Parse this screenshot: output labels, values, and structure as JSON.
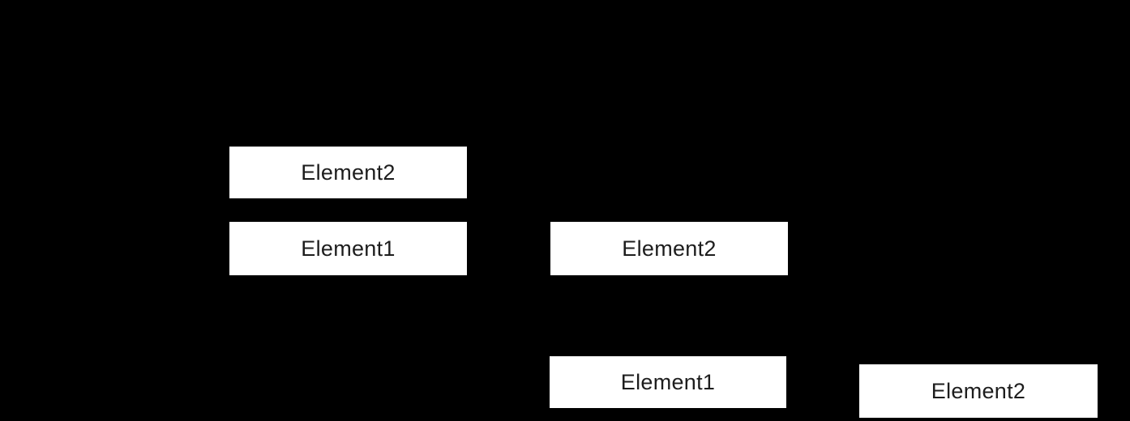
{
  "colors": {
    "background": "#000000",
    "box_fill": "#ffffff",
    "box_text": "#1d1d1d"
  },
  "boxes": [
    {
      "label": "Element2"
    },
    {
      "label": "Element1"
    },
    {
      "label": "Element2"
    },
    {
      "label": "Element1"
    },
    {
      "label": "Element2"
    }
  ]
}
